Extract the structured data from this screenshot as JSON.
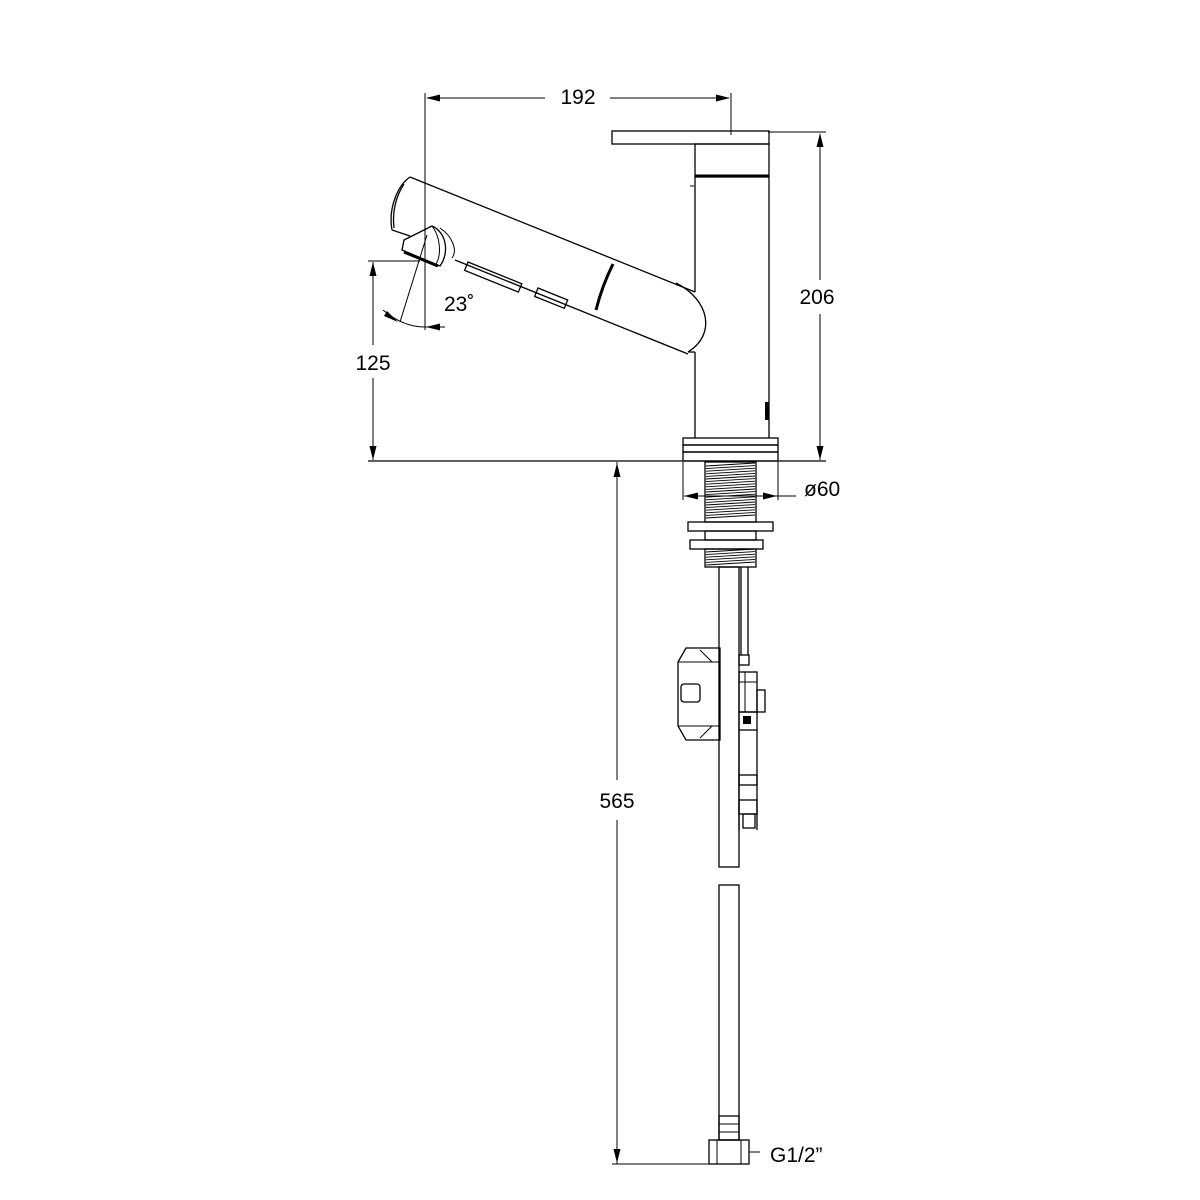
{
  "dimensions": {
    "spout_reach": "192",
    "total_height": "206",
    "spout_height": "125",
    "spray_angle": "23˚",
    "base_diameter": "ø60",
    "hose_length": "565",
    "connection_thread": "G1/2”"
  },
  "colors": {
    "line": "#000000",
    "background": "#ffffff"
  }
}
